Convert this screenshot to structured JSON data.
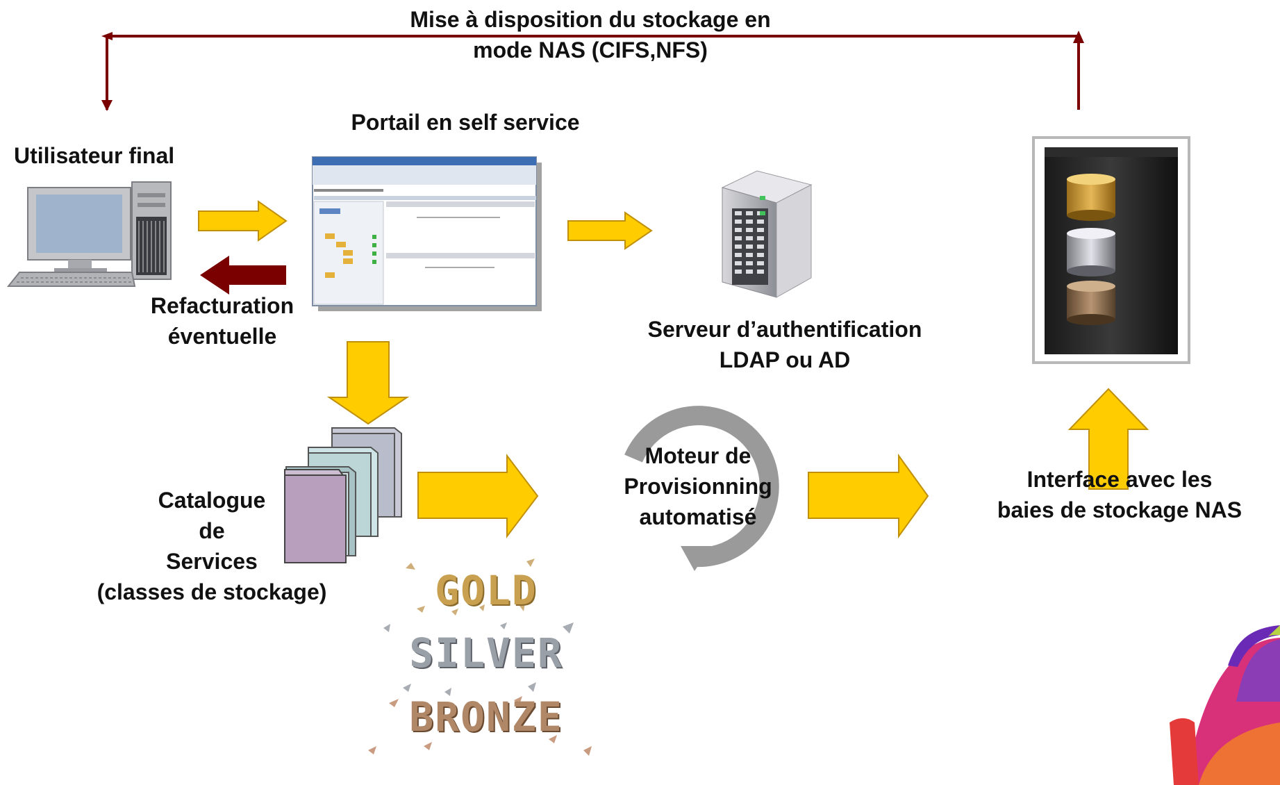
{
  "top_label": {
    "line1": "Mise à disposition du stockage en",
    "line2": "mode NAS (CIFS,NFS)"
  },
  "nodes": {
    "user": {
      "label": "Utilisateur final"
    },
    "portal": {
      "label": "Portail en self service"
    },
    "billing": {
      "line1": "Refacturation",
      "line2": "éventuelle"
    },
    "auth": {
      "line1": "Serveur d’authentification",
      "line2": "LDAP ou AD"
    },
    "storage": {
      "line1": "Interface avec les",
      "line2": "baies de stockage NAS"
    },
    "catalog": {
      "line1": "Catalogue",
      "line2": "de",
      "line3": "Services",
      "line4": "(classes de stockage)"
    },
    "engine": {
      "line1": "Moteur de",
      "line2": "Provisionning",
      "line3": "automatisé"
    }
  },
  "service_classes": [
    "GOLD",
    "SILVER",
    "BRONZE"
  ],
  "colors": {
    "flow_arrow": "#ffcc00",
    "flow_arrow_outline": "#c0900a",
    "return_arrow": "#7a0000",
    "nas_line": "#7a0000",
    "cycle": "#9a9a9a",
    "gold": "#c8a050",
    "silver": "#9aa0a8",
    "bronze": "#b08868"
  },
  "icons": [
    "desktop-computer-icon",
    "portal-screenshot-icon",
    "server-tower-icon",
    "storage-rack-icon",
    "catalog-books-icon",
    "cycle-arrow-icon",
    "brand-logo-icon"
  ]
}
